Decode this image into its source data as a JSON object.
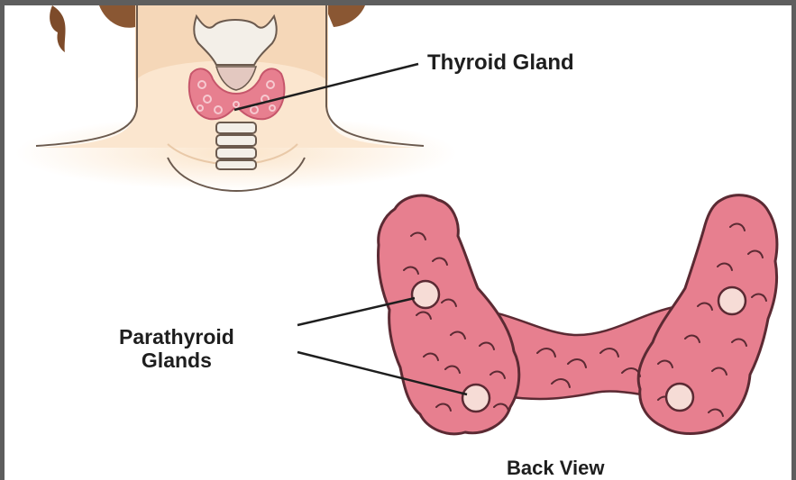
{
  "labels": {
    "thyroid_gland": "Thyroid Gland",
    "parathyroid_line1": "Parathyroid",
    "parathyroid_line2": "Glands",
    "back_view": "Back View"
  },
  "colors": {
    "skin": "#fbe6cf",
    "skin_outline": "#6b5a4e",
    "hair": "#7d4b2a",
    "gland_pink": "#e77f8f",
    "gland_dark": "#c6566b",
    "gland_outline": "#5b2a33",
    "parathyroid": "#f6dcd6",
    "cartilage": "#f3efe8",
    "leader_line": "#1e1e1e",
    "frame": "#5e5e5e"
  }
}
